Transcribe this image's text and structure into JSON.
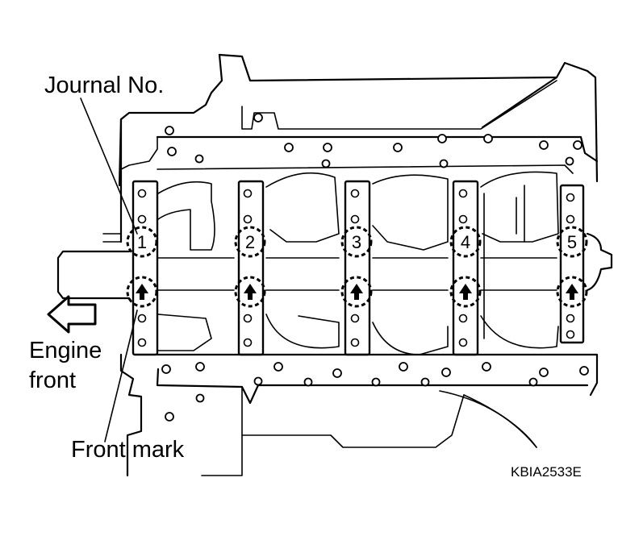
{
  "labels": {
    "journal_no": "Journal No.",
    "engine_front_line1": "Engine",
    "engine_front_line2": "front",
    "front_mark": "Front mark",
    "figure_code": "KBIA2533E"
  },
  "journals": [
    "1",
    "2",
    "3",
    "4",
    "5"
  ],
  "icons": {
    "front_arrow": "hollow-left-arrow",
    "front_mark_symbol": "up-arrow"
  },
  "colors": {
    "line": "#000000",
    "background": "#ffffff"
  }
}
